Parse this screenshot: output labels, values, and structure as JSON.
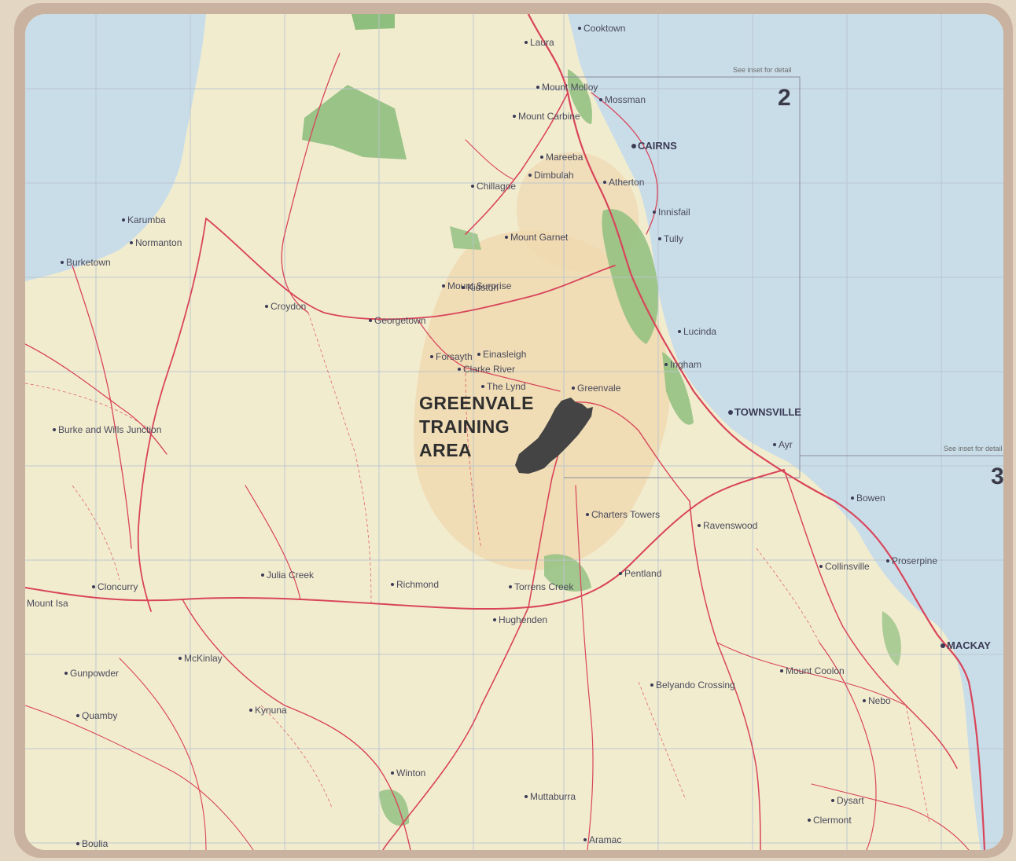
{
  "map": {
    "training_area_label": [
      "GREENVALE",
      "TRAINING",
      "AREA"
    ],
    "sheet_numbers": [
      "2",
      "3"
    ],
    "inset_notes": [
      "See inset for detail",
      "See inset for detail"
    ],
    "towns": [
      {
        "name": "Cooktown",
        "bold": false
      },
      {
        "name": "Laura",
        "bold": false
      },
      {
        "name": "Mossman",
        "bold": false
      },
      {
        "name": "Mount Carbine",
        "bold": false
      },
      {
        "name": "CAIRNS",
        "bold": true
      },
      {
        "name": "Mareeba",
        "bold": false
      },
      {
        "name": "Dimbulah",
        "bold": false
      },
      {
        "name": "Atherton",
        "bold": false
      },
      {
        "name": "Chillagoe",
        "bold": false
      },
      {
        "name": "Innisfail",
        "bold": false
      },
      {
        "name": "Karumba",
        "bold": false
      },
      {
        "name": "Normanton",
        "bold": false
      },
      {
        "name": "Burketown",
        "bold": false
      },
      {
        "name": "Croydon",
        "bold": false
      },
      {
        "name": "Georgetown",
        "bold": false
      },
      {
        "name": "Mount Surprise",
        "bold": false
      },
      {
        "name": "Mount Garnet",
        "bold": false
      },
      {
        "name": "Tully",
        "bold": false
      },
      {
        "name": "Forsayth",
        "bold": false
      },
      {
        "name": "Lucinda",
        "bold": false
      },
      {
        "name": "Ingham",
        "bold": false
      },
      {
        "name": "TOWNSVILLE",
        "bold": true
      },
      {
        "name": "Ayr",
        "bold": false
      },
      {
        "name": "Bowen",
        "bold": false
      },
      {
        "name": "Charters Towers",
        "bold": false
      },
      {
        "name": "Ravenswood",
        "bold": false
      },
      {
        "name": "Collinsville",
        "bold": false
      },
      {
        "name": "Proserpine",
        "bold": false
      },
      {
        "name": "Cloncurry",
        "bold": false
      },
      {
        "name": "Julia Creek",
        "bold": false
      },
      {
        "name": "Richmond",
        "bold": false
      },
      {
        "name": "Hughenden",
        "bold": false
      },
      {
        "name": "Torrens Creek",
        "bold": false
      },
      {
        "name": "Pentland",
        "bold": false
      },
      {
        "name": "MACKAY",
        "bold": true
      },
      {
        "name": "Mount Coolon",
        "bold": false
      },
      {
        "name": "Nebo",
        "bold": false
      },
      {
        "name": "Winton",
        "bold": false
      },
      {
        "name": "Muttaburra",
        "bold": false
      },
      {
        "name": "Aramac",
        "bold": false
      },
      {
        "name": "Dysart",
        "bold": false
      },
      {
        "name": "Clermont",
        "bold": false
      },
      {
        "name": "Kynuna",
        "bold": false
      },
      {
        "name": "McKinlay",
        "bold": false
      },
      {
        "name": "Gunpowder",
        "bold": false
      },
      {
        "name": "Burke and Wills Junction",
        "bold": false
      },
      {
        "name": "Quamby",
        "bold": false
      },
      {
        "name": "Mount Isa",
        "bold": false
      },
      {
        "name": "Kidston",
        "bold": false
      },
      {
        "name": "Greenvale",
        "bold": false
      },
      {
        "name": "The Lynd",
        "bold": false
      },
      {
        "name": "Belyando Crossing",
        "bold": false
      },
      {
        "name": "Boulia",
        "bold": false
      },
      {
        "name": "Clarke River",
        "bold": false
      },
      {
        "name": "Einasleigh",
        "bold": false
      },
      {
        "name": "Mount Molloy",
        "bold": false
      }
    ],
    "colors": {
      "sea": "#c9dde8",
      "land": "#f2eccf",
      "upland": "#f0d9b0",
      "park": "#8fbf7e",
      "road": "#d8455a",
      "training_area": "#444444",
      "grid": "#b9c4cf"
    }
  }
}
